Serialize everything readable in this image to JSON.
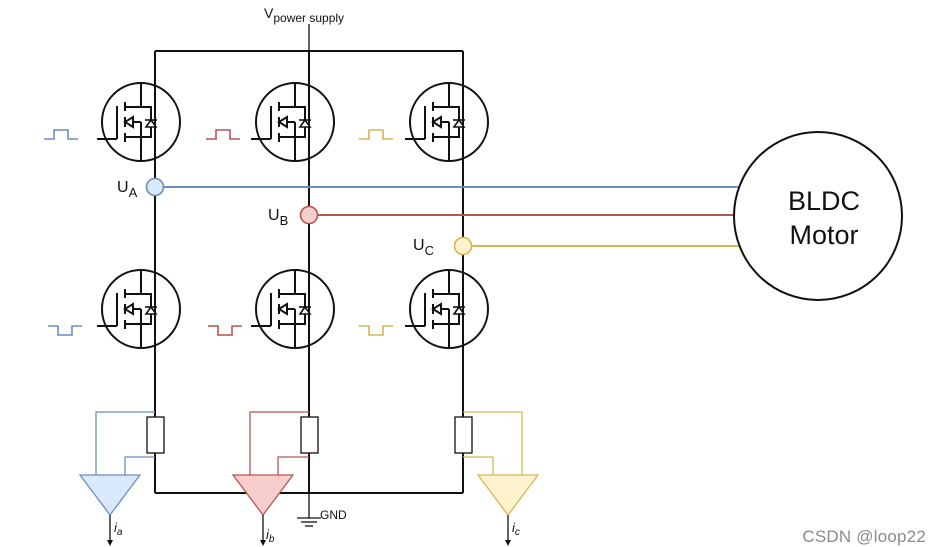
{
  "supply": {
    "v": "V",
    "sub": "power supply"
  },
  "ground": "GND",
  "nodes": [
    {
      "main": "U",
      "sub": "A",
      "color": "#6c8ebf",
      "fill": "#dae8fc"
    },
    {
      "main": "U",
      "sub": "B",
      "color": "#b85450",
      "fill": "#f8cecc"
    },
    {
      "main": "U",
      "sub": "C",
      "color": "#d6b656",
      "fill": "#fff2cc"
    }
  ],
  "motor": {
    "line1": "BLDC",
    "line2": "Motor"
  },
  "currents": [
    {
      "main": "i",
      "sub": "a"
    },
    {
      "main": "i",
      "sub": "b"
    },
    {
      "main": "i",
      "sub": "c"
    }
  ],
  "watermark": "CSDN @loop22"
}
